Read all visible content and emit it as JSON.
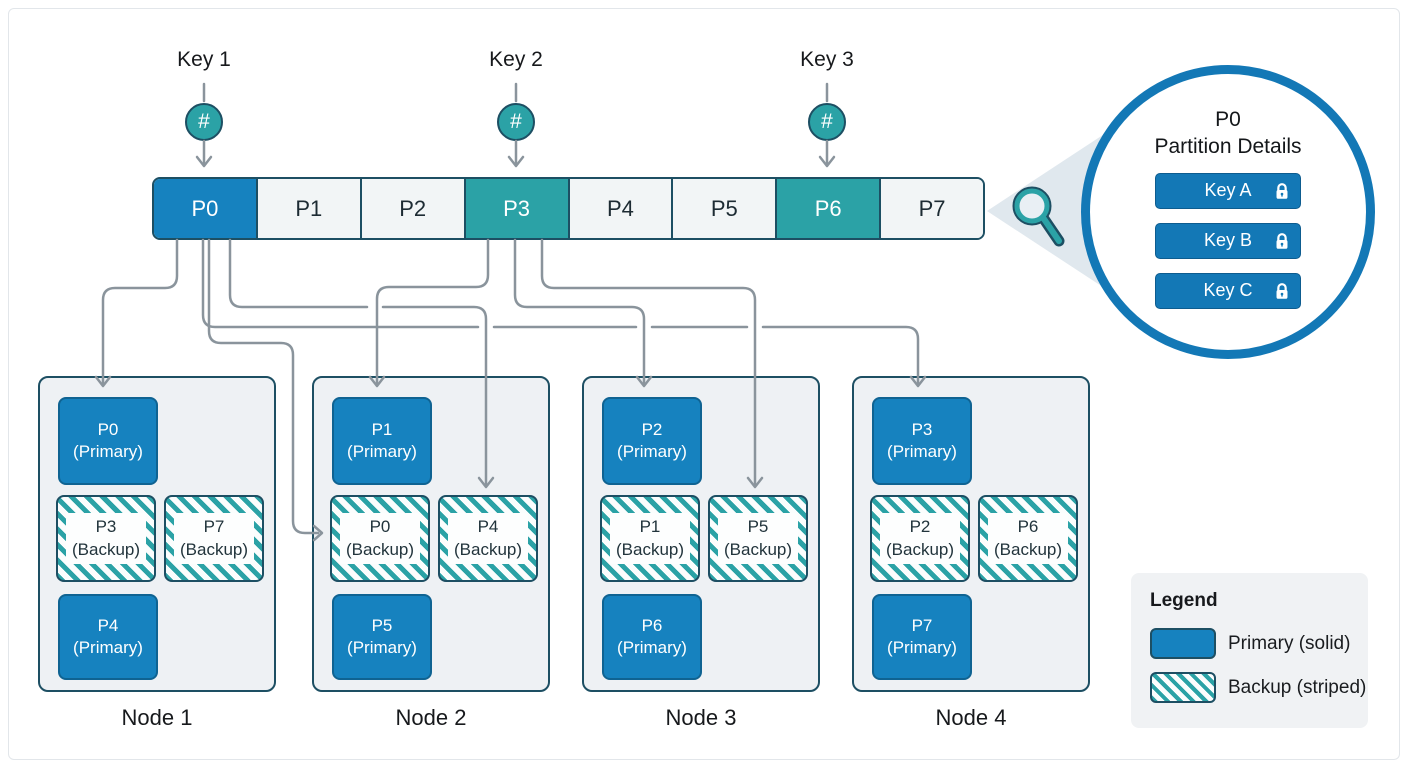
{
  "keys": [
    {
      "label": "Key 1",
      "hash": "#"
    },
    {
      "label": "Key 2",
      "hash": "#"
    },
    {
      "label": "Key 3",
      "hash": "#"
    }
  ],
  "partition_bar": {
    "segments": [
      {
        "label": "P0",
        "variant": "blue"
      },
      {
        "label": "P1",
        "variant": "light"
      },
      {
        "label": "P2",
        "variant": "light"
      },
      {
        "label": "P3",
        "variant": "teal"
      },
      {
        "label": "P4",
        "variant": "light"
      },
      {
        "label": "P5",
        "variant": "light"
      },
      {
        "label": "P6",
        "variant": "teal"
      },
      {
        "label": "P7",
        "variant": "light"
      }
    ]
  },
  "detail": {
    "title_line1": "P0",
    "title_line2": "Partition Details",
    "keys": [
      {
        "label": "Key A"
      },
      {
        "label": "Key B"
      },
      {
        "label": "Key C"
      }
    ]
  },
  "nodes": [
    {
      "name": "Node 1",
      "primary_top": {
        "line1": "P0",
        "line2": "(Primary)"
      },
      "backup_left": {
        "line1": "P3",
        "line2": "(Backup)"
      },
      "backup_right": {
        "line1": "P7",
        "line2": "(Backup)"
      },
      "primary_bottom": {
        "line1": "P4",
        "line2": "(Primary)"
      }
    },
    {
      "name": "Node 2",
      "primary_top": {
        "line1": "P1",
        "line2": "(Primary)"
      },
      "backup_left": {
        "line1": "P0",
        "line2": "(Backup)"
      },
      "backup_right": {
        "line1": "P4",
        "line2": "(Backup)"
      },
      "primary_bottom": {
        "line1": "P5",
        "line2": "(Primary)"
      }
    },
    {
      "name": "Node 3",
      "primary_top": {
        "line1": "P2",
        "line2": "(Primary)"
      },
      "backup_left": {
        "line1": "P1",
        "line2": "(Backup)"
      },
      "backup_right": {
        "line1": "P5",
        "line2": "(Backup)"
      },
      "primary_bottom": {
        "line1": "P6",
        "line2": "(Primary)"
      }
    },
    {
      "name": "Node 4",
      "primary_top": {
        "line1": "P3",
        "line2": "(Primary)"
      },
      "backup_left": {
        "line1": "P2",
        "line2": "(Backup)"
      },
      "backup_right": {
        "line1": "P6",
        "line2": "(Backup)"
      },
      "primary_bottom": {
        "line1": "P7",
        "line2": "(Primary)"
      }
    }
  ],
  "legend": {
    "title": "Legend",
    "items": [
      {
        "label": "Primary (solid)",
        "style": "solid"
      },
      {
        "label": "Backup (striped)",
        "style": "striped"
      }
    ]
  },
  "colors": {
    "primary_blue": "#1682bf",
    "highlight_teal": "#2ba2a6",
    "dark_border": "#1d4f63",
    "connector_gray": "#8a949c",
    "detail_ring_blue": "#1378b6",
    "node_background": "#eef1f4",
    "cone_gray": "#e0e8ee"
  }
}
